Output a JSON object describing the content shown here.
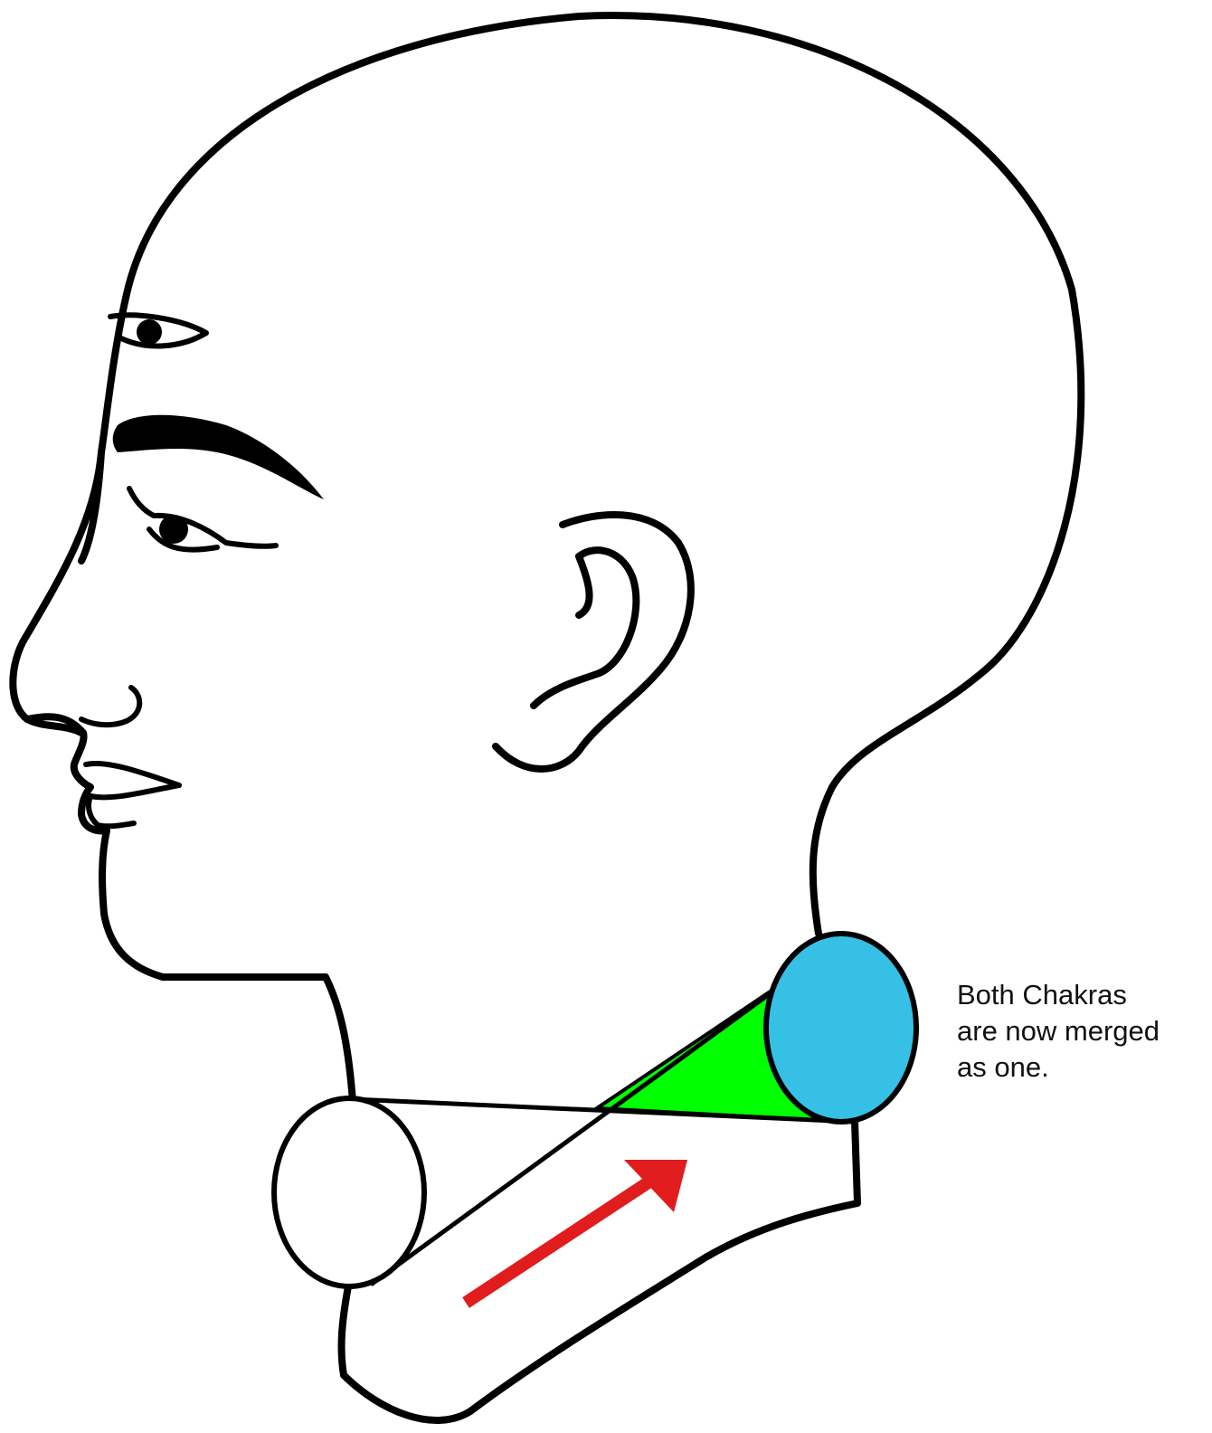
{
  "caption": {
    "lines": [
      "Both Chakras",
      "are now merged",
      "as one."
    ]
  },
  "colors": {
    "merged_chakra": "#36c0e6",
    "connection_cone": "#00ff00",
    "direction_arrow": "#e01c1c",
    "lower_chakra": "#ffffff",
    "outline": "#000000"
  },
  "icons": {
    "arrow": "arrow-up-right-icon"
  }
}
